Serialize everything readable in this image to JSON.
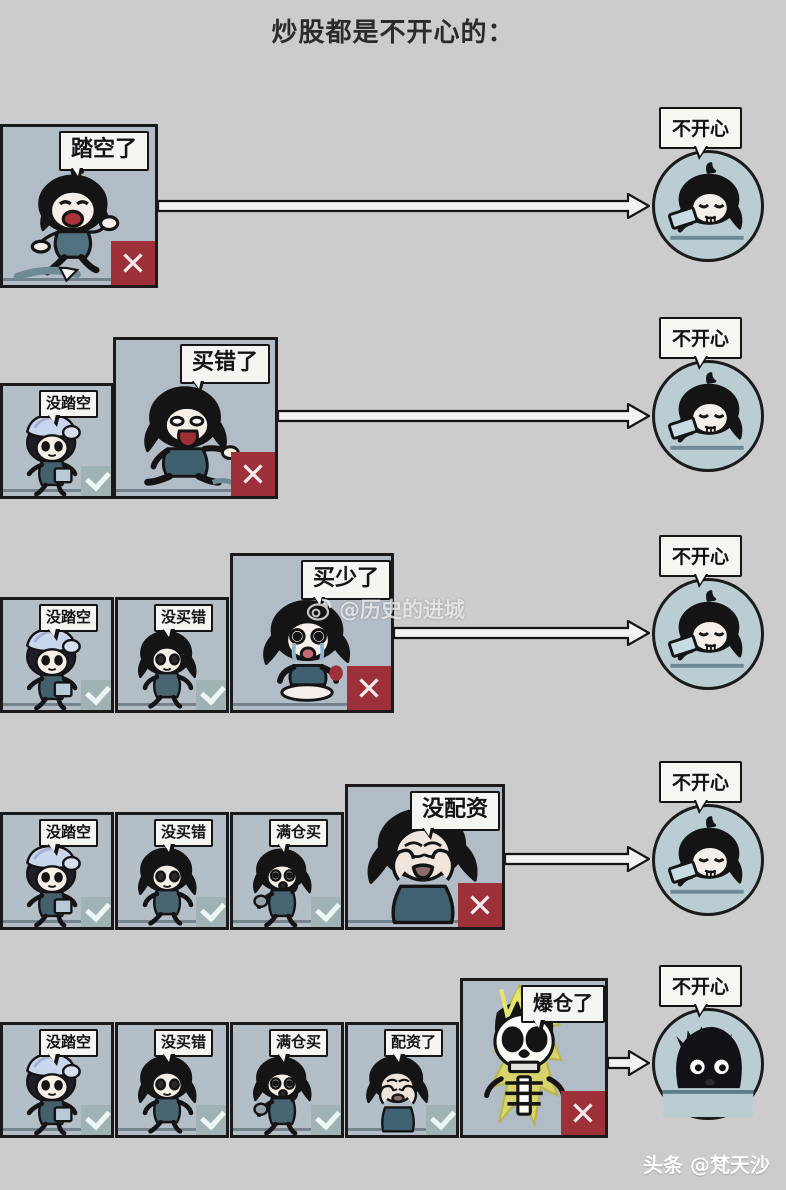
{
  "title": "炒股都是不开心的：",
  "background_color": "#cccccc",
  "colors": {
    "panel_bg": "#b9c2ca",
    "result_circle_bg": "#b9cdd2",
    "check_badge": "#9fb3b5",
    "cross_badge": "#9e3039",
    "bubble_bg": "#f5f5f2",
    "outline": "#141414"
  },
  "result_label": "不开心",
  "badges": {
    "check": "check-mark",
    "cross": "cross-mark"
  },
  "rows": [
    {
      "index": 1,
      "panels": [
        {
          "text": "踏空了",
          "status": "cross",
          "size": "big",
          "art": "girl-running-missed"
        }
      ],
      "result": {
        "label": "不开心",
        "art": "sad-girl-phone"
      }
    },
    {
      "index": 2,
      "panels": [
        {
          "text": "没踏空",
          "status": "check",
          "size": "small",
          "art": "girl-bonnet-walking"
        },
        {
          "text": "买错了",
          "status": "cross",
          "size": "big",
          "art": "girl-screaming-fallen"
        }
      ],
      "result": {
        "label": "不开心",
        "art": "sad-girl-phone"
      }
    },
    {
      "index": 3,
      "panels": [
        {
          "text": "没踏空",
          "status": "check",
          "size": "small",
          "art": "girl-bonnet-walking"
        },
        {
          "text": "没买错",
          "status": "check",
          "size": "small",
          "art": "girl-dark-eyes"
        },
        {
          "text": "买少了",
          "status": "cross",
          "size": "big",
          "art": "girl-crying-shocked"
        }
      ],
      "result": {
        "label": "不开心",
        "art": "sad-girl-phone"
      }
    },
    {
      "index": 4,
      "panels": [
        {
          "text": "没踏空",
          "status": "check",
          "size": "small",
          "art": "girl-bonnet-walking"
        },
        {
          "text": "没买错",
          "status": "check",
          "size": "small",
          "art": "girl-dark-eyes"
        },
        {
          "text": "满仓买",
          "status": "check",
          "size": "small",
          "art": "girl-eating"
        },
        {
          "text": "没配资",
          "status": "cross",
          "size": "big",
          "art": "girl-head-in-hands"
        }
      ],
      "result": {
        "label": "不开心",
        "art": "sad-girl-phone"
      }
    },
    {
      "index": 5,
      "panels": [
        {
          "text": "没踏空",
          "status": "check",
          "size": "small",
          "art": "girl-bonnet-walking"
        },
        {
          "text": "没买错",
          "status": "check",
          "size": "small",
          "art": "girl-dark-eyes"
        },
        {
          "text": "满仓买",
          "status": "check",
          "size": "small",
          "art": "girl-eating"
        },
        {
          "text": "配资了",
          "status": "check",
          "size": "small",
          "art": "girl-head-in-hands-small"
        },
        {
          "text": "爆仓了",
          "status": "cross",
          "size": "medium",
          "art": "skeleton-electrocuted"
        }
      ],
      "result": {
        "label": "不开心",
        "art": "dark-creature-peeking"
      }
    }
  ],
  "watermarks": {
    "weibo": "@历史的进城",
    "weibo_icon": "weibo-logo-icon",
    "footer": "头条 @梵天沙"
  }
}
